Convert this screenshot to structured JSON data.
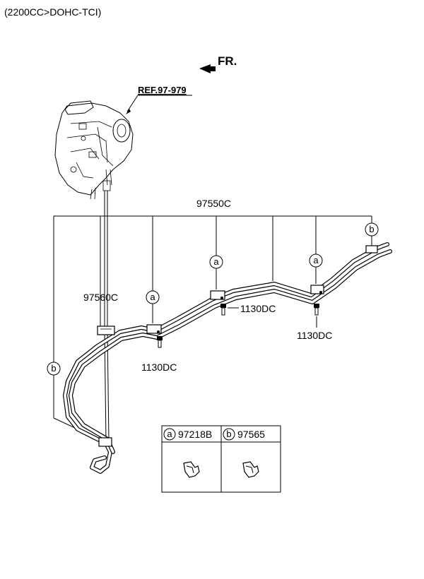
{
  "header": {
    "engine_spec": "(2200CC>DOHC-TCI)"
  },
  "orientation": {
    "front_label": "FR."
  },
  "reference": {
    "label": "REF.97-979"
  },
  "parts": {
    "pipe_assembly": "97550C",
    "hose": "97560C",
    "bolt_1": "1130DC",
    "bolt_2": "1130DC",
    "bolt_3": "1130DC"
  },
  "callouts": {
    "a1": "a",
    "a2": "a",
    "a3": "a",
    "b1": "b",
    "b2": "b"
  },
  "legend": {
    "a": {
      "letter": "a",
      "part": "97218B"
    },
    "b": {
      "letter": "b",
      "part": "97565"
    }
  }
}
